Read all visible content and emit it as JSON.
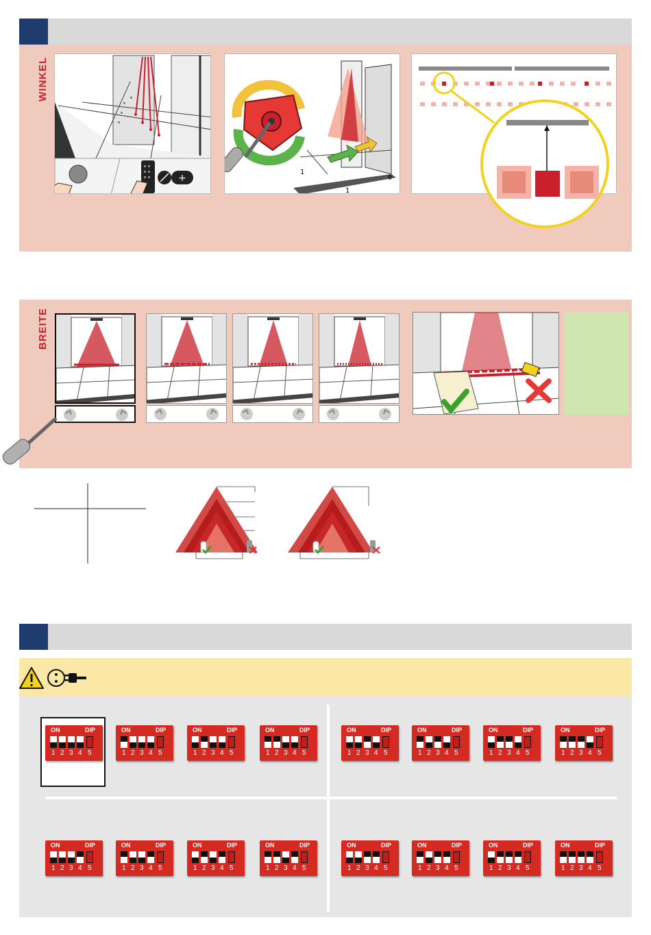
{
  "sections": {
    "winkel": {
      "label": "WINKEL"
    },
    "breite": {
      "label": "BREITE"
    }
  },
  "diagram": {
    "axis_labels": [
      "1",
      "1",
      "0"
    ]
  },
  "dip_switch": {
    "on_label": "ON",
    "dip_label": "DIP",
    "numbers": [
      "1",
      "2",
      "3",
      "4",
      "5"
    ]
  },
  "dip_settings": [
    [
      1,
      1,
      1,
      1
    ],
    [
      0,
      1,
      1,
      1
    ],
    [
      1,
      0,
      1,
      1
    ],
    [
      0,
      0,
      1,
      1
    ],
    [
      1,
      1,
      0,
      1
    ],
    [
      0,
      1,
      0,
      1
    ],
    [
      1,
      0,
      0,
      1
    ],
    [
      0,
      0,
      0,
      1
    ],
    [
      1,
      1,
      1,
      0
    ],
    [
      0,
      1,
      1,
      0
    ],
    [
      1,
      0,
      1,
      0
    ],
    [
      0,
      0,
      1,
      0
    ],
    [
      1,
      1,
      0,
      0
    ],
    [
      0,
      1,
      0,
      0
    ],
    [
      1,
      0,
      0,
      0
    ],
    [
      0,
      0,
      0,
      0
    ]
  ],
  "colors": {
    "header_blue": "#1f3c6e",
    "panel_pink": "#f0cbbd",
    "warning_yellow": "#fce8a6",
    "dip_red": "#d42a22",
    "beam_red": "#c8202c",
    "note_green": "#cfe6b0"
  },
  "icons": [
    "warning-icon",
    "power-socket-icon",
    "plug-icon",
    "screwdriver-icon",
    "remote-control-icon",
    "check-icon",
    "cross-icon"
  ]
}
